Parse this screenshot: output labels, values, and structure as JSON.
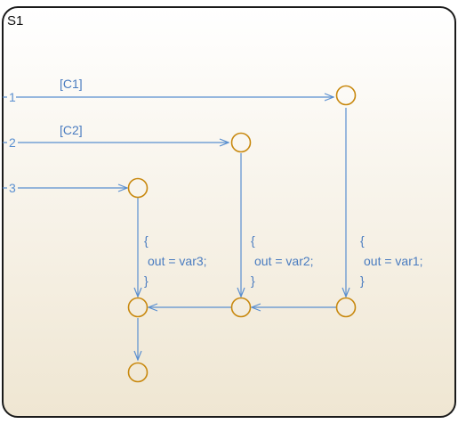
{
  "chart": {
    "state_name": "S1",
    "ports": [
      {
        "id": "p1",
        "label": "1"
      },
      {
        "id": "p2",
        "label": "2"
      },
      {
        "id": "p3",
        "label": "3"
      }
    ],
    "conditions": [
      {
        "id": "c1",
        "text": "[C1]"
      },
      {
        "id": "c2",
        "text": "[C2]"
      }
    ],
    "actions": [
      {
        "id": "a3",
        "open": "{",
        "body": "out = var3;",
        "close": "}"
      },
      {
        "id": "a2",
        "open": "{",
        "body": "out = var2;",
        "close": "}"
      },
      {
        "id": "a1",
        "open": "{",
        "body": "out = var1;",
        "close": "}"
      }
    ],
    "colors": {
      "transition": "#5a8fd0",
      "junction": "#c8880e",
      "text": "#4a7cc0",
      "port_text": "#5a8fd0",
      "state_border": "#1a1a1a",
      "background_top": "#ffffff",
      "background_bottom": "#efe6d2"
    }
  }
}
